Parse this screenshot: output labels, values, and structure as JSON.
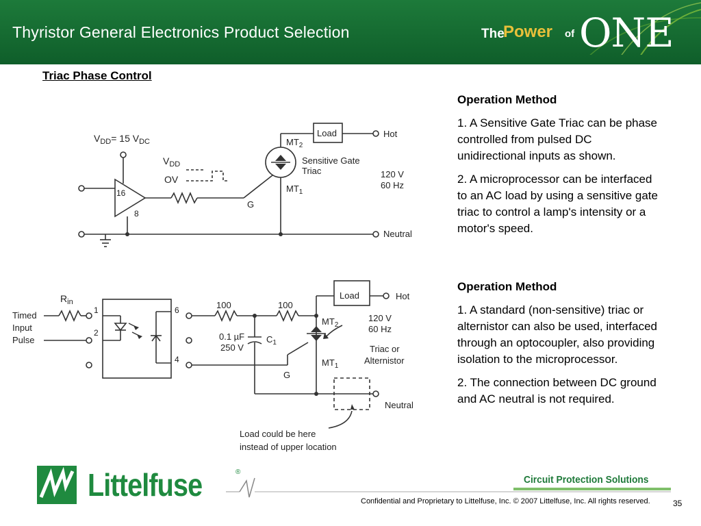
{
  "header": {
    "title": "Thyristor General Electronics Product Selection",
    "brand": {
      "the": "The",
      "power": "Power",
      "of": "of",
      "one": "ONE"
    }
  },
  "section_title": "Triac Phase Control",
  "operation_1": {
    "heading": "Operation Method",
    "points": [
      "1. A Sensitive Gate Triac can be phase controlled from pulsed DC unidirectional inputs as shown.",
      "2. A microprocessor can be interfaced to an AC load by using a sensitive gate triac to control a lamp's intensity or a motor's speed."
    ]
  },
  "operation_2": {
    "heading": "Operation Method",
    "points": [
      "1. A standard (non-sensitive) triac or alternistor can also be used, interfaced through an optocoupler, also providing isolation to the microprocessor.",
      "2. The connection between DC ground and AC neutral is not required."
    ]
  },
  "diagram_top": {
    "vdd_label": "V",
    "vdd_sub": "DD",
    "vdd_eq": "= 15 V",
    "vdd_sub2": "DC",
    "pulse_vdd": "V",
    "pulse_vdd_sub": "DD",
    "pulse_ov": "OV",
    "buffer_num": "16",
    "buffer_pin": "8",
    "gate": "G",
    "load": "Load",
    "hot": "Hot",
    "neutral": "Neutral",
    "mt2": "MT",
    "mt2_sub": "2",
    "mt1": "MT",
    "mt1_sub": "1",
    "triac_line1": "Sensitive Gate",
    "triac_line2": "Triac",
    "volts": "120 V",
    "hz": "60 Hz"
  },
  "diagram_bottom": {
    "rin": "R",
    "rin_sub": "in",
    "input_line1": "Timed",
    "input_line2": "Input",
    "input_line3": "Pulse",
    "pin1": "1",
    "pin2": "2",
    "pin4": "4",
    "pin6": "6",
    "r1": "100",
    "r2": "100",
    "cap_value": "0.1 µF",
    "cap_voltage": "250 V",
    "cap_name": "C",
    "cap_sub": "1",
    "gate": "G",
    "load": "Load",
    "hot": "Hot",
    "neutral": "Neutral",
    "mt2": "MT",
    "mt2_sub": "2",
    "mt1": "MT",
    "mt1_sub": "1",
    "volts": "120 V",
    "hz": "60 Hz",
    "triac_line1": "Triac or",
    "triac_line2": "Alternistor",
    "note_line1": "Load could be here",
    "note_line2": "instead of upper location"
  },
  "footer": {
    "logo_word": "Littelfuse",
    "registered": "®",
    "tagline": "Circuit Protection Solutions",
    "confidential": "Confidential and Proprietary to Littelfuse, Inc.  © 2007 Littelfuse, Inc.  All rights reserved.",
    "page_number": "35"
  },
  "colors": {
    "header_green": "#1d7a3a",
    "brand_gold": "#e8c03a",
    "logo_green": "#1f8a3f"
  }
}
